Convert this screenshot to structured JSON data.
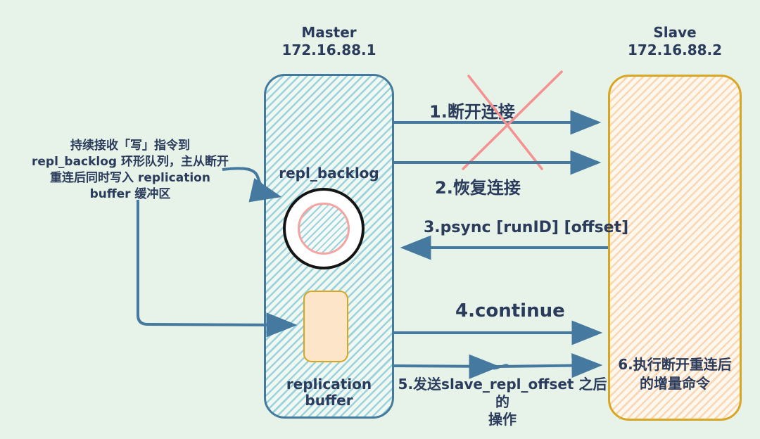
{
  "page": {
    "background": "#e7f3e8"
  },
  "colors": {
    "text": "#2b3b5c",
    "arrow": "#45799f",
    "master_border": "#447a9c",
    "master_hatch": "#9ad3dd",
    "slave_border": "#d9a623",
    "slave_hatch": "#fcd6b0",
    "cross_red": "#f59191",
    "buffer_fill": "#fce5c9",
    "ring_pink": "#f5a3a3"
  },
  "master": {
    "title": "Master",
    "ip": "172.16.88.1",
    "repl_backlog_label": "repl_backlog",
    "replication_buffer_label": "replication\nbuffer"
  },
  "slave": {
    "title": "Slave",
    "ip": "172.16.88.2",
    "step6_label": "6.执行断开重连后\n的增量命令"
  },
  "annotation": "持续接收「写」指令到\nrepl_backlog 环形队列，主从断开\n重连后同时写入 replication\nbuffer 缓冲区",
  "steps": [
    {
      "num": 1,
      "label": "1.断开连接",
      "direction": "master→slave",
      "status": "crossed-out"
    },
    {
      "num": 2,
      "label": "2.恢复连接",
      "direction": "master→slave",
      "status": "normal"
    },
    {
      "num": 3,
      "label": "3.psync [runID] [offset]",
      "direction": "slave→master",
      "status": "normal"
    },
    {
      "num": 4,
      "label": "4.continue",
      "direction": "master→slave",
      "status": "normal"
    },
    {
      "num": 5,
      "label": "5.发送slave_repl_offset 之后的\n操作",
      "direction": "master→slave",
      "status": "normal"
    }
  ]
}
